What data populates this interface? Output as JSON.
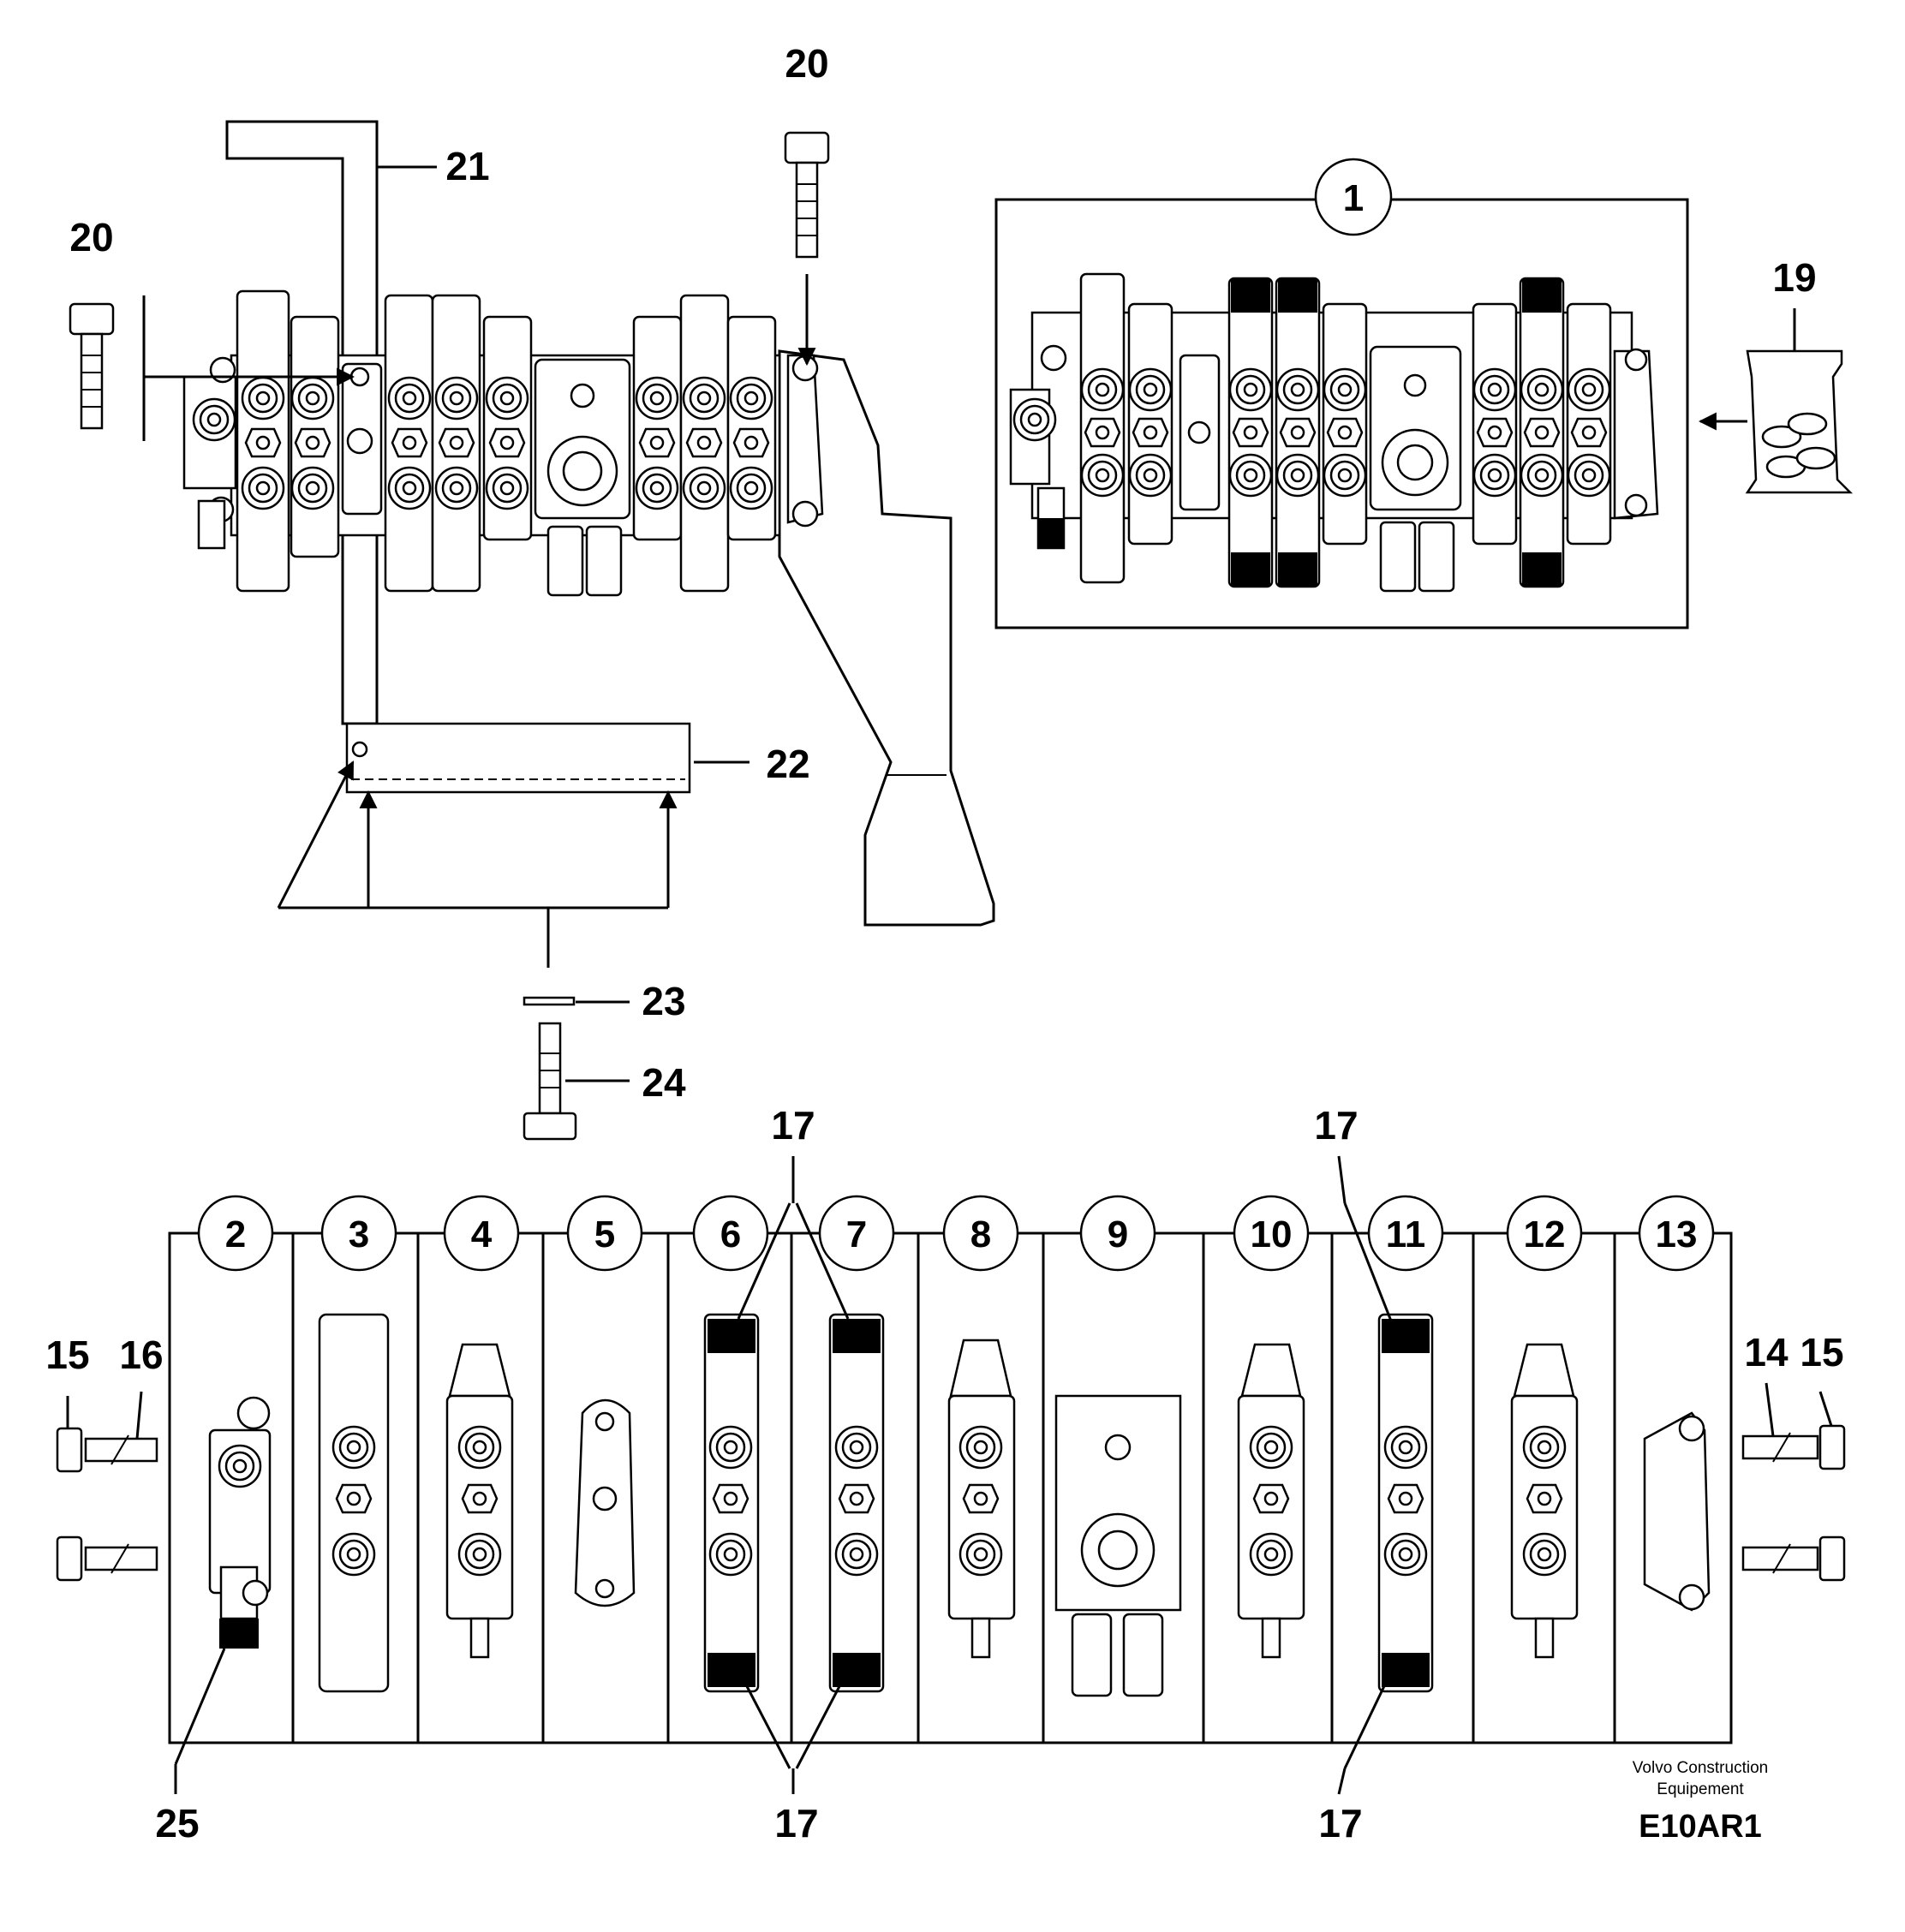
{
  "callouts": {
    "c20_top": "20",
    "c21": "21",
    "c20_left": "20",
    "c1": "1",
    "c19": "19",
    "c22": "22",
    "c23": "23",
    "c24": "24",
    "c17_top_a": "17",
    "c17_top_b": "17",
    "c15_left": "15",
    "c16": "16",
    "c14": "14",
    "c15_right": "15",
    "c25": "25",
    "c17_bottom_a": "17",
    "c17_bottom_b": "17"
  },
  "sections": [
    "2",
    "3",
    "4",
    "5",
    "6",
    "7",
    "8",
    "9",
    "10",
    "11",
    "12",
    "13"
  ],
  "footer": {
    "company_line1": "Volvo Construction",
    "company_line2": "Equipement",
    "code": "E10AR1"
  }
}
